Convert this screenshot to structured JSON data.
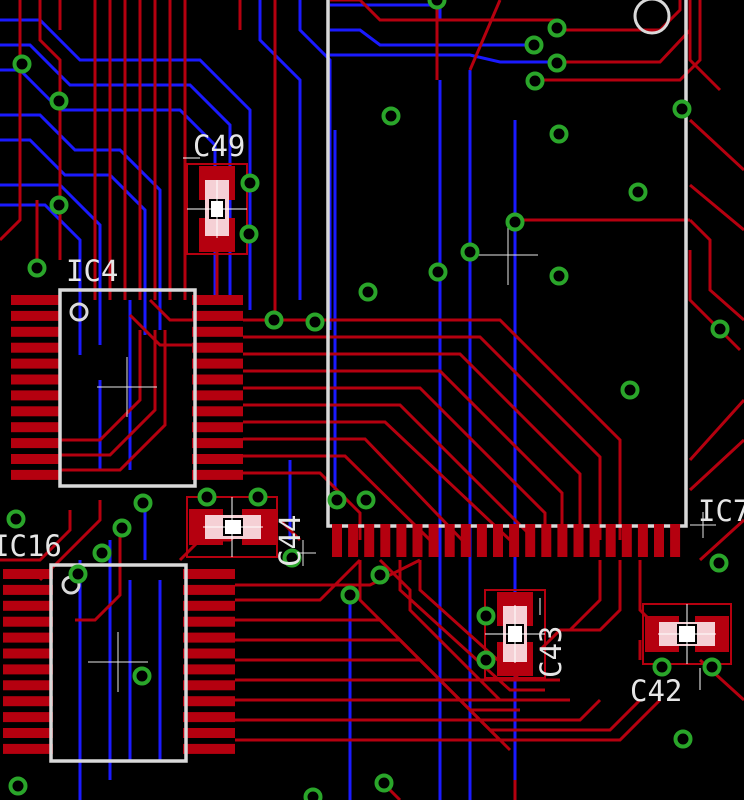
{
  "board_view": {
    "colors": {
      "background": "#000000",
      "top_copper": "#b5000f",
      "bottom_copper": "#1a1aff",
      "via_ring": "#2aa52a",
      "silkscreen": "#e6e6e6",
      "pad_highlight": "#f5d0d5"
    },
    "component_labels": [
      {
        "id": "c49",
        "text": "C49"
      },
      {
        "id": "ic4",
        "text": "IC4"
      },
      {
        "id": "ic16",
        "text": "IC16"
      },
      {
        "id": "c44",
        "text": "C44"
      },
      {
        "id": "c43",
        "text": "C43"
      },
      {
        "id": "c42",
        "text": "C42"
      },
      {
        "id": "ic7",
        "text": "IC7"
      }
    ]
  }
}
